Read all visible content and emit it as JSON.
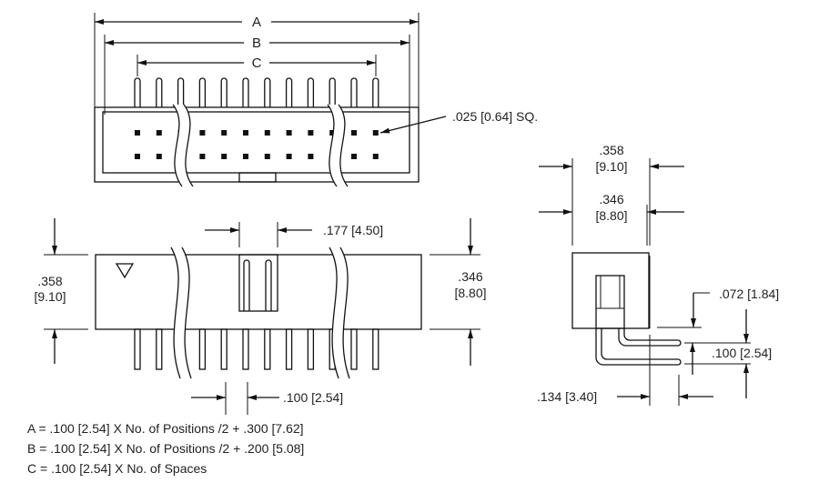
{
  "top_view": {
    "dim_a": "A",
    "dim_b": "B",
    "dim_c": "C",
    "pin_size": ".025 [0.64] SQ."
  },
  "front_view": {
    "height_left": [
      ".358",
      "[9.10]"
    ],
    "height_right": [
      ".346",
      "[8.80]"
    ],
    "window_width": ".177 [4.50]",
    "pitch": ".100 [2.54]"
  },
  "side_view": {
    "width_outer": [
      ".358",
      "[9.10]"
    ],
    "width_inner": [
      ".346",
      "[8.80]"
    ],
    "pin_offset": ".072 [1.84]",
    "row_pitch": ".100 [2.54]",
    "tail_length": ".134 [3.40]"
  },
  "formulas": [
    "A = .100 [2.54] X No. of Positions /2 + .300 [7.62]",
    "B = .100 [2.54] X No. of Positions /2 + .200 [5.08]",
    "C = .100 [2.54] X No. of Spaces"
  ]
}
